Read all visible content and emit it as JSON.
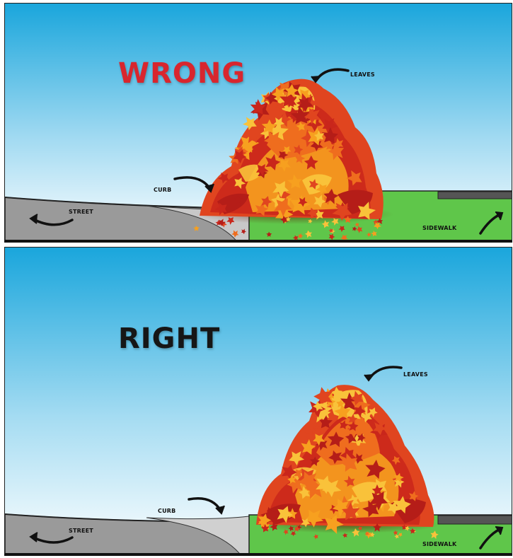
{
  "panels": [
    {
      "heading": "WRONG",
      "labels": {
        "leaves": "LEAVES",
        "curb": "CURB",
        "street": "STREET",
        "sidewalk": "SIDEWALK"
      }
    },
    {
      "heading": "RIGHT",
      "labels": {
        "leaves": "LEAVES",
        "curb": "CURB",
        "street": "STREET",
        "sidewalk": "SIDEWALK"
      }
    }
  ],
  "colors": {
    "sky_top": "#1aa6dc",
    "sky_bottom": "#ffffff",
    "grass": "#5fc64a",
    "street": "#9a9a9a",
    "curb": "#c8c8c8",
    "sidewalk_slab": "#555555",
    "wrong": "#d8262e",
    "right": "#161616",
    "leaf_colors": [
      "#c9261b",
      "#e0451f",
      "#ef6d1e",
      "#f7a01f",
      "#f9c23a",
      "#b51d18"
    ]
  }
}
